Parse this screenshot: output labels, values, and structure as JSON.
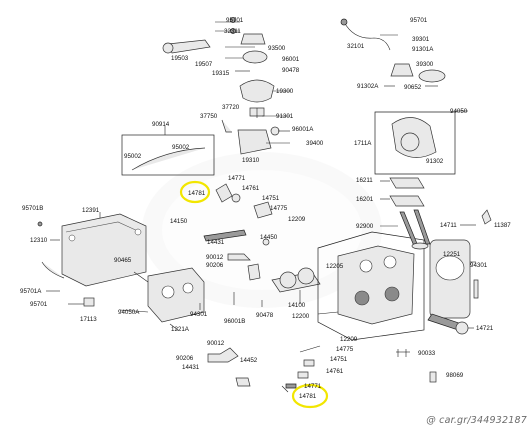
{
  "labels": {
    "p95701_a": "95701",
    "p32311": "32311",
    "p93500": "93500",
    "p19503": "19503",
    "p19507": "19507",
    "p96001_a": "96001",
    "p19315": "19315",
    "p90478_a": "90478",
    "p19300": "19300",
    "p37720": "37720",
    "p37750": "37750",
    "p91301": "91301",
    "p96001A": "96001A",
    "p39400": "39400",
    "p90914": "90914",
    "p95002_a": "95002",
    "p95002_b": "95002",
    "p19310": "19310",
    "p95701_b": "95701",
    "p32101": "32101",
    "p39301": "39301",
    "p91301A": "91301A",
    "p39300": "39300",
    "p91302A": "91302A",
    "p90652": "90652",
    "p94050": "94050",
    "p1711A": "1711A",
    "p91302": "91302",
    "p14771_a": "14771",
    "p14781_a": "14781",
    "p14761_a": "14761",
    "p14751_a": "14751",
    "p14775_a": "14775",
    "p14150": "14150",
    "p12209_a": "12209",
    "p14450": "14450",
    "p14431_a": "14431",
    "p16211": "16211",
    "p16201": "16201",
    "p92900": "92900",
    "p14711": "14711",
    "p11387": "11387",
    "p95701B": "95701B",
    "p12391": "12391",
    "p12310": "12310",
    "p95701A": "95701A",
    "p95701_c": "95701",
    "p17113": "17113",
    "p90465": "90465",
    "p94050A": "94050A",
    "p1221A": "1221A",
    "p94301_a": "94301",
    "p90012_a": "90012",
    "p90206_a": "90206",
    "p96001B": "96001B",
    "p90478_b": "90478",
    "p14100": "14100",
    "p12200": "12200",
    "p12205": "12205",
    "p12251": "12251",
    "p94301_b": "94301",
    "p14721": "14721",
    "p12209_b": "12209",
    "p14775_b": "14775",
    "p14751_b": "14751",
    "p14761_b": "14761",
    "p90012_b": "90012",
    "p90206_b": "90206",
    "p14431_b": "14431",
    "p14452": "14452",
    "p90033": "90033",
    "p98069": "98069",
    "p14771_b": "14771",
    "p14781_b": "14781"
  },
  "watermark": {
    "code": "@ car.gr/344932187"
  },
  "colors": {
    "highlight": "#f2e600",
    "line": "#222222",
    "background": "#ffffff"
  }
}
